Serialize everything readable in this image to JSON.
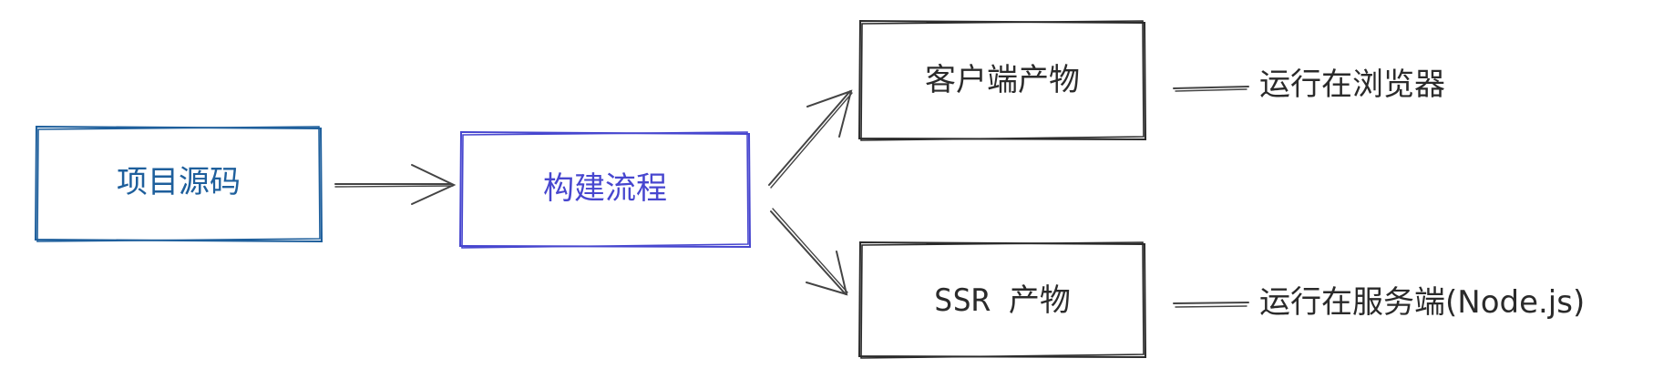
{
  "colors": {
    "source": "#1e5f9c",
    "build": "#4746cf",
    "output": "#2b2b2b",
    "arrow": "#444444"
  },
  "nodes": {
    "source": {
      "label": "项目源码"
    },
    "build": {
      "label": "构建流程"
    },
    "client": {
      "label": "客户端产物"
    },
    "ssr": {
      "label": "SSR 产物"
    }
  },
  "notes": {
    "client": "运行在浏览器",
    "ssr": "运行在服务端(Node.js)"
  }
}
